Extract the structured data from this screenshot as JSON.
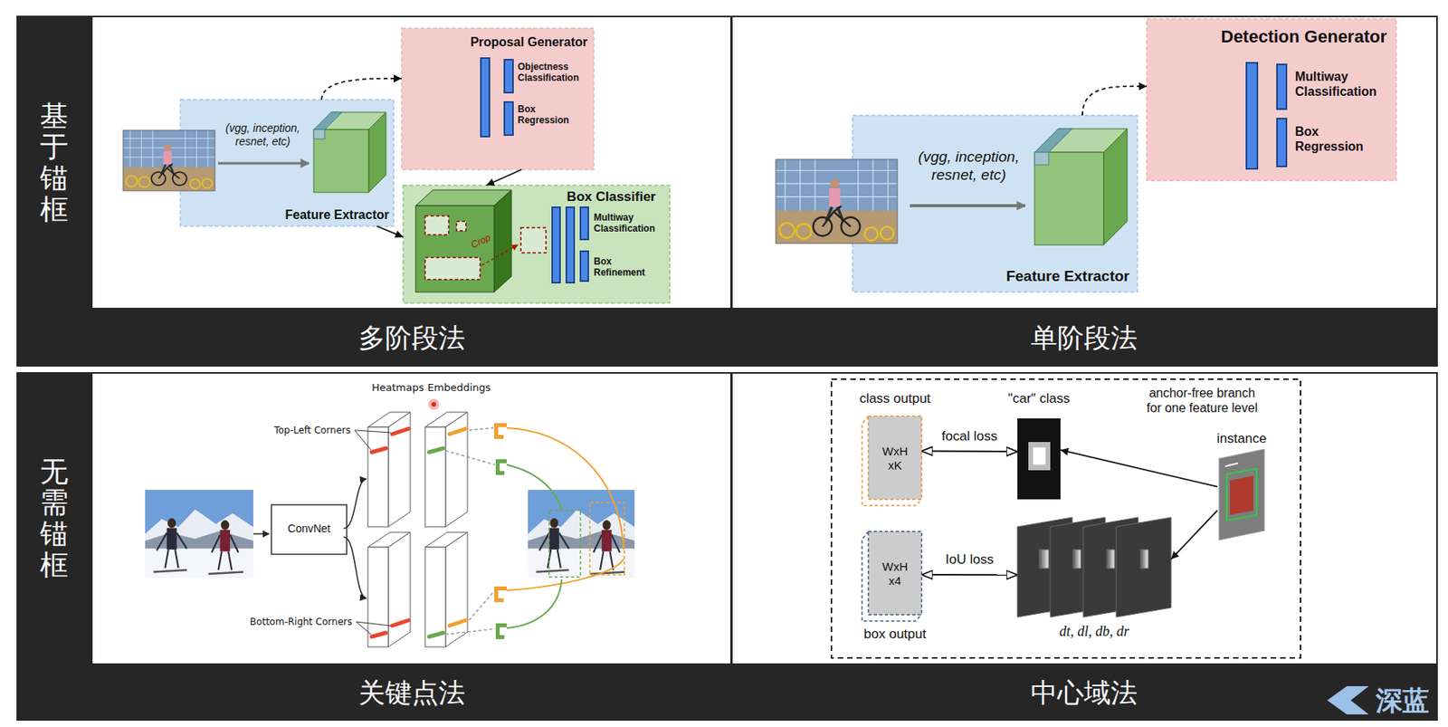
{
  "diagram": {
    "nodes": [
      {
        "text": [
          "(vgg, inception, resnet, etc)",
          "Feature Extractor"
        ]
      },
      {
        "text": [
          "Proposal Generator",
          "Objectness Classification",
          "Box Regression"
        ]
      },
      {
        "text": [
          "Box Classifier",
          "Crop",
          "Multiway Classification",
          "Box Refinement"
        ]
      },
      {
        "text": [
          "(vgg, inception, resnet, etc)",
          "Feature Extractor"
        ]
      },
      {
        "text": [
          "Detection Generator",
          "Multiway Classification",
          "Box Regression"
        ]
      },
      {
        "text": [
          "ConvNet"
        ]
      },
      {
        "text": [
          "anchor-free branch for one feature level"
        ]
      },
      {
        "text": [
          "class output",
          "WxH xK"
        ],
        "in": 6
      },
      {
        "text": [
          "\"car\" class"
        ],
        "in": 6
      },
      {
        "text": [
          "instance"
        ],
        "in": 6
      },
      {
        "text": [
          "WxH x4",
          "box output"
        ],
        "in": 6
      },
      {
        "text": [
          "dt, dl, db, dr"
        ],
        "in": 6
      }
    ],
    "edges": [
      {
        "from": 0,
        "to": 1,
        "arrow": "to"
      },
      {
        "from": 0,
        "to": 2,
        "arrow": "to"
      },
      {
        "from": 1,
        "to": 2,
        "arrow": "to"
      },
      {
        "from": 3,
        "to": 4,
        "arrow": "to"
      },
      {
        "from": 7,
        "to": 8,
        "label": "focal loss",
        "arrow": "both"
      },
      {
        "from": 9,
        "to": 8,
        "arrow": "to"
      },
      {
        "from": 10,
        "to": 11,
        "label": "IoU loss",
        "arrow": "both"
      },
      {
        "from": 9,
        "to": 11,
        "arrow": "to"
      }
    ],
    "labels": [
      "基于锚框",
      "多阶段法",
      "单阶段法",
      "Heatmaps",
      "Embeddings",
      "Top-Left Corners",
      "Bottom-Right Corners",
      "无需锚框",
      "关键点法",
      "中心域法",
      "深蓝"
    ]
  }
}
